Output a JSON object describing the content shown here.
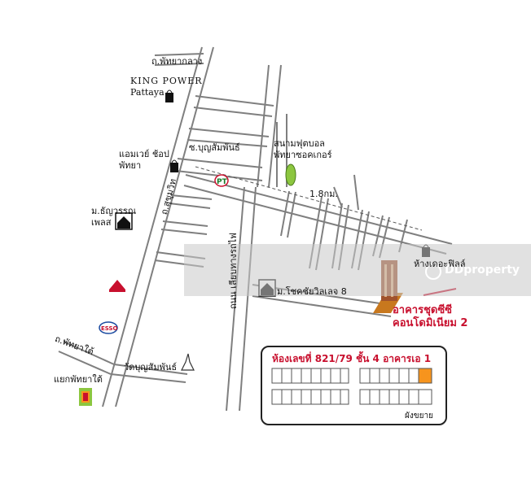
{
  "roads": {
    "pattaya_klang": "ถ.พัทยากลาง",
    "sukhumvit": "ถ.สุขุมวิท",
    "soi_boonsamphan": "ซ.บุญสัมพันธ์",
    "railway_road": "ถนน เลียบทางรถไฟ",
    "pattaya_tai": "ถ.พัทยาใต้",
    "distance": "1.8กม."
  },
  "places": {
    "king_power_line1": "KING POWER",
    "king_power_line2": "Pattaya",
    "amway_line1": "แอมเวย์ ช้อป",
    "amway_line2": "พัทยา",
    "thanyawan_line1": "ม.ธัญวรรณ",
    "thanyawan_line2": "เพลส",
    "football_line1": "สนามฟุตบอล",
    "football_line2": "พัทยาซอคเกอร์",
    "mall": "ห้างเดอะฟิลล์",
    "chokchai": "ม.โชคชัยวิลเลจ 8",
    "temple": "วัดบุญสัมพันธ์",
    "yaek_pattaya_tai": "แยกพัทยาใต้",
    "project_line1": "อาคารชุดซีซี",
    "project_line2": "คอนโดมิเนียม 2"
  },
  "room_info": {
    "title": "ห้องเลขที่ 821/79 ชั้น 4 อาคารเอ 1",
    "layout_label": "ผังขยาย"
  },
  "watermark": "DDproperty",
  "colors": {
    "road": "#7f7f7f",
    "highlight": "#c8102e",
    "field": "#8cc63f",
    "unit": "#f7941d"
  },
  "icons": [
    "shopping-bag-icon",
    "house-icon",
    "condo-tower-icon",
    "temple-icon",
    "pt-station-icon",
    "esso-station-icon",
    "honda-icon",
    "seven-eleven-icon"
  ]
}
